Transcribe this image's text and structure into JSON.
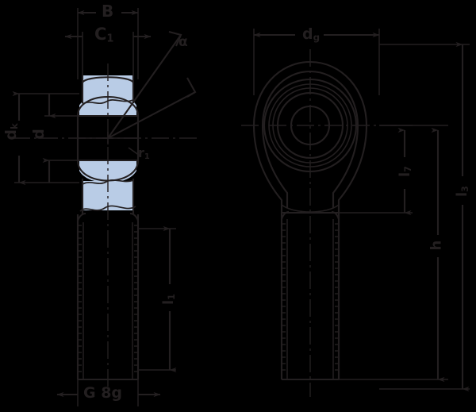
{
  "drawing": {
    "title": "Rod end bearing — male threaded rod end, two-view dimensioned drawing",
    "background_color": "#000000",
    "line_color": "#231f20",
    "fill_color": "#b9cce6",
    "views": [
      {
        "name": "front-section-view",
        "description": "Side section view showing spherical plain bearing inner ball, outer race and threaded shank"
      },
      {
        "name": "side-elevation-view",
        "description": "End view showing concentric eye bore circles and housing outline with threaded shank"
      }
    ]
  },
  "dimensions": {
    "B": {
      "label": "B",
      "sub": "",
      "view": "front",
      "orientation": "horizontal",
      "description": "Overall bearing outer race width"
    },
    "C1": {
      "label": "C",
      "sub": "1",
      "view": "front",
      "orientation": "horizontal",
      "description": "Inner ball width"
    },
    "alpha": {
      "label": "α",
      "sub": "",
      "view": "front",
      "orientation": "angular",
      "description": "Misalignment / tilting angle"
    },
    "dk": {
      "label": "d",
      "sub": "k",
      "view": "front",
      "orientation": "vertical",
      "description": "Outer race outside diameter"
    },
    "d": {
      "label": "d",
      "sub": "",
      "view": "front",
      "orientation": "vertical",
      "description": "Bore diameter of inner ball"
    },
    "r1": {
      "label": "r",
      "sub": "1",
      "view": "front",
      "orientation": "radius",
      "description": "Chamfer radius"
    },
    "l1": {
      "label": "l",
      "sub": "1",
      "view": "front",
      "orientation": "vertical",
      "description": "Thread length"
    },
    "G": {
      "label": "G 8g",
      "sub": "",
      "view": "front",
      "orientation": "horizontal",
      "description": "Thread designation with tolerance class 8g"
    },
    "dg": {
      "label": "d",
      "sub": "g",
      "view": "side",
      "orientation": "horizontal",
      "description": "Housing head width / outside diameter"
    },
    "l7": {
      "label": "l",
      "sub": "7",
      "view": "side",
      "orientation": "vertical",
      "description": "Distance from bearing centre to head underside"
    },
    "h": {
      "label": "h",
      "sub": "",
      "view": "side",
      "orientation": "vertical",
      "description": "Height from bearing centre to shank end"
    },
    "l3": {
      "label": "l",
      "sub": "3",
      "view": "side",
      "orientation": "vertical",
      "description": "Overall length of rod end"
    }
  }
}
